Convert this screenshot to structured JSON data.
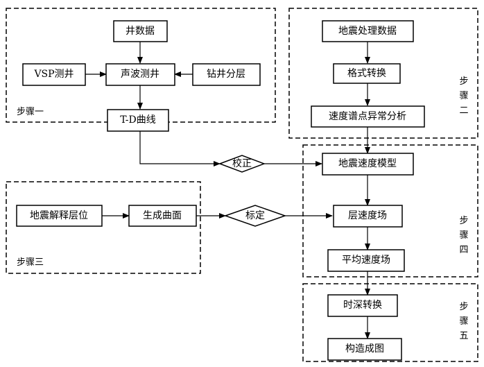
{
  "groups": {
    "step1": "步骤一",
    "step2": "步骤二",
    "step3": "步骤三",
    "step4": "步骤四",
    "step5": "步骤五"
  },
  "nodes": {
    "well_data": "井数据",
    "vsp_well": "VSP测井",
    "sonic_log": "声波测井",
    "drill_layering": "钻井分层",
    "td_curve": "T-D曲线",
    "seismic_proc": "地震处理数据",
    "format_conv": "格式转换",
    "velocity_spectrum": "速度谱点异常分析",
    "seismic_interp": "地震解释层位",
    "gen_surface": "生成曲面",
    "seismic_vel_model": "地震速度模型",
    "layer_vel": "层速度场",
    "avg_vel": "平均速度场",
    "time_depth": "时深转换",
    "structure_map": "构造成图"
  },
  "decisions": {
    "calibrate": "校正",
    "calibrate2": "标定"
  }
}
